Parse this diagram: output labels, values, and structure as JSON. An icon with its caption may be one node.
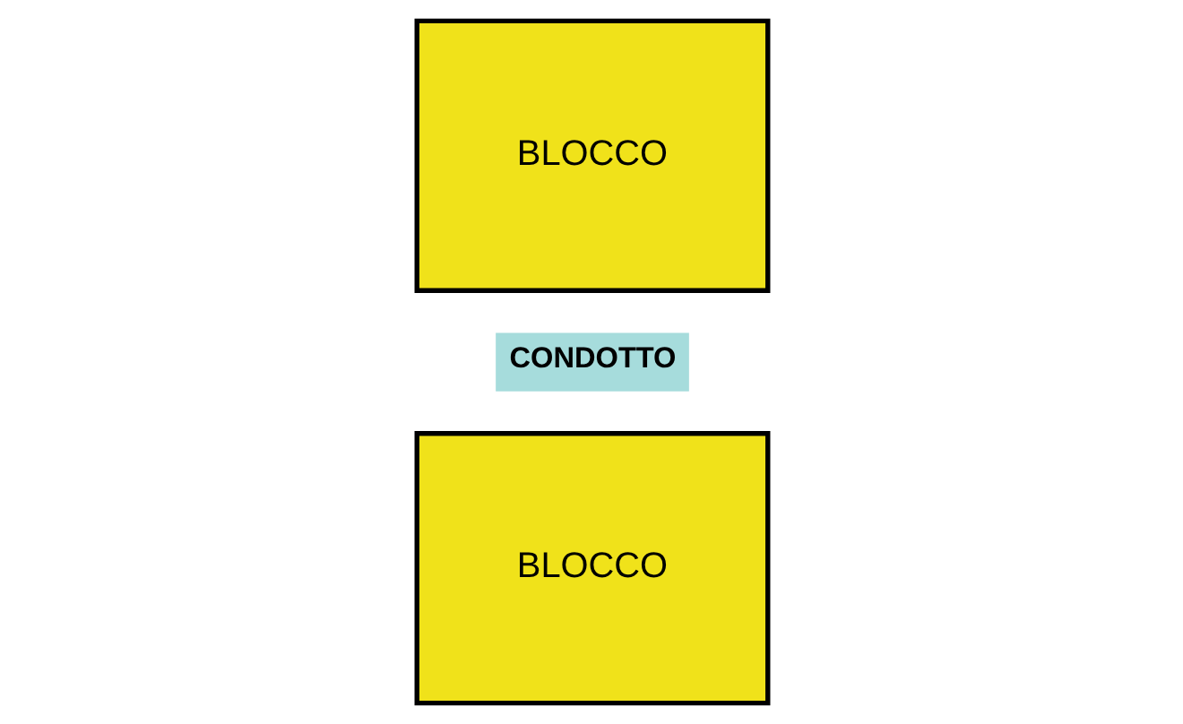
{
  "diagram": {
    "nodes": [
      {
        "text": [
          "BLOCCO"
        ]
      },
      {
        "text": [
          "BLOCCO"
        ]
      }
    ],
    "labels": [
      "CONDOTTO"
    ]
  }
}
